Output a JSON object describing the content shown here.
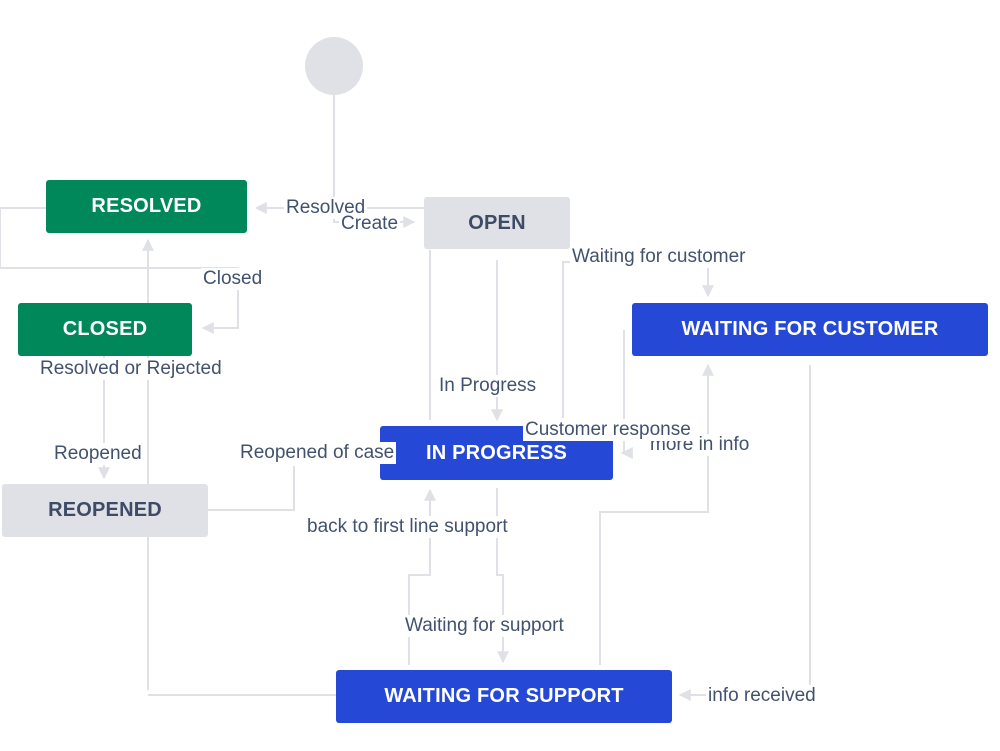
{
  "colors": {
    "done": "#00875a",
    "in_progress": "#2549d6",
    "todo": "#dfe1e6",
    "todo_text": "#3d4b66",
    "edge": "#dfe1e6",
    "label": "#42526e"
  },
  "statuses": {
    "resolved": "RESOLVED",
    "closed": "CLOSED",
    "open": "OPEN",
    "reopened": "REOPENED",
    "in_progress": "IN PROGRESS",
    "waiting_for_customer": "WAITING FOR CUSTOMER",
    "waiting_for_support": "WAITING FOR SUPPORT"
  },
  "transitions": {
    "resolved": "Resolved",
    "create": "Create",
    "closed": "Closed",
    "waiting_for_customer": "Waiting for customer",
    "resolved_or_rejected": "Resolved or Rejected",
    "in_progress": "In Progress",
    "customer_response": "Customer response",
    "more_info": "more in info",
    "reopened": "Reopened",
    "reopened_of_case": "Reopened of case",
    "back_to_first_line_support": "back to first line support",
    "waiting_for_support": "Waiting for support",
    "info_received": "info received"
  }
}
